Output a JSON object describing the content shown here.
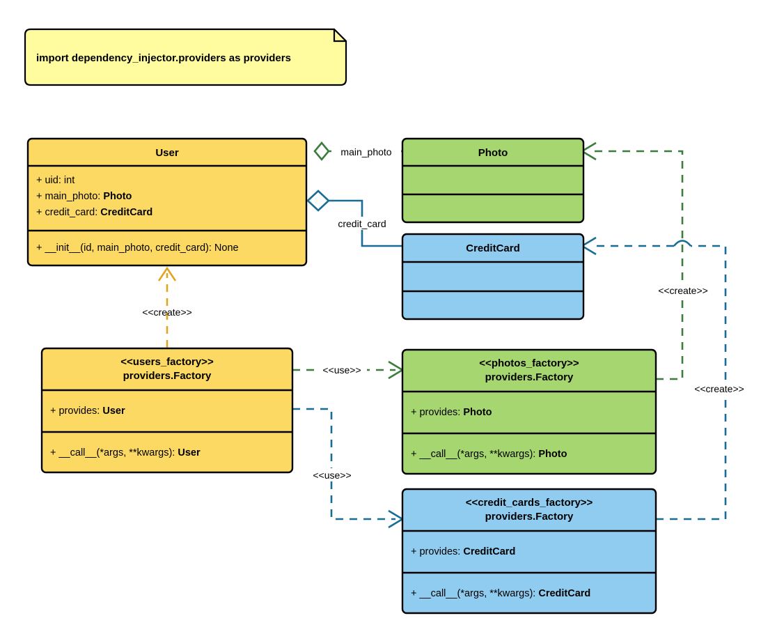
{
  "diagram": {
    "title": "Dependency Injector providers UML class diagram",
    "type": "uml-class-diagram",
    "colors": {
      "yellow_fill": "#FCD963",
      "green_fill": "#A5D66F",
      "blue_fill": "#8FCCF0",
      "note_fill": "#FFFCA0",
      "outline": "#000000",
      "green_edge": "#3B7D3B",
      "blue_edge": "#176D96",
      "amber_edge": "#E3A520"
    }
  },
  "note": {
    "name": "import-note",
    "text": "import dependency_injector.providers as providers"
  },
  "classes": [
    {
      "id": "user",
      "name": "User",
      "stereotype": "",
      "title": "User",
      "attributes": [
        {
          "prefix": "+ uid: ",
          "type": "int",
          "type_bold": false
        },
        {
          "prefix": "+ main_photo: ",
          "type": "Photo",
          "type_bold": true
        },
        {
          "prefix": "+ credit_card: ",
          "type": "CreditCard",
          "type_bold": true
        }
      ],
      "methods": [
        {
          "prefix": "+ __init__(id, main_photo, credit_card): ",
          "type": "None",
          "type_bold": false
        }
      ]
    },
    {
      "id": "photo",
      "name": "Photo",
      "stereotype": "",
      "title": "Photo",
      "attributes": [],
      "methods": []
    },
    {
      "id": "credit_card",
      "name": "CreditCard",
      "stereotype": "",
      "title": "CreditCard",
      "attributes": [],
      "methods": []
    },
    {
      "id": "users_factory",
      "name": "users_factory",
      "stereotype": "<<users_factory>>",
      "title": "providers.Factory",
      "attributes": [
        {
          "prefix": "+ provides: ",
          "type": "User",
          "type_bold": true
        }
      ],
      "methods": [
        {
          "prefix": "+ __call__(*args, **kwargs): ",
          "type": "User",
          "type_bold": true
        }
      ]
    },
    {
      "id": "photos_factory",
      "name": "photos_factory",
      "stereotype": "<<photos_factory>>",
      "title": "providers.Factory",
      "attributes": [
        {
          "prefix": "+ provides: ",
          "type": "Photo",
          "type_bold": true
        }
      ],
      "methods": [
        {
          "prefix": "+ __call__(*args, **kwargs): ",
          "type": "Photo",
          "type_bold": true
        }
      ]
    },
    {
      "id": "credit_cards_factory",
      "name": "credit_cards_factory",
      "stereotype": "<<credit_cards_factory>>",
      "title": "providers.Factory",
      "attributes": [
        {
          "prefix": "+ provides: ",
          "type": "CreditCard",
          "type_bold": true
        }
      ],
      "methods": [
        {
          "prefix": "+ __call__(*args, **kwargs): ",
          "type": "CreditCard",
          "type_bold": true
        }
      ]
    }
  ],
  "edges": [
    {
      "id": "user-main-photo",
      "from": "user",
      "to": "photo",
      "kind": "aggregation",
      "label": "main_photo",
      "color": "#3B7D3B"
    },
    {
      "id": "user-credit-card",
      "from": "user",
      "to": "credit_card",
      "kind": "aggregation",
      "label": "credit_card",
      "color": "#176D96"
    },
    {
      "id": "users-factory-creates-user",
      "from": "users_factory",
      "to": "user",
      "kind": "dependency",
      "label": "<<create>>",
      "color": "#E3A520"
    },
    {
      "id": "users-factory-uses-photos-factory",
      "from": "users_factory",
      "to": "photos_factory",
      "kind": "dependency",
      "label": "<<use>>",
      "color": "#3B7D3B"
    },
    {
      "id": "users-factory-uses-credit-cards-factory",
      "from": "users_factory",
      "to": "credit_cards_factory",
      "kind": "dependency",
      "label": "<<use>>",
      "color": "#176D96"
    },
    {
      "id": "photos-factory-creates-photo",
      "from": "photos_factory",
      "to": "photo",
      "kind": "dependency",
      "label": "<<create>>",
      "color": "#3B7D3B"
    },
    {
      "id": "credit-cards-factory-creates-credit-card",
      "from": "credit_cards_factory",
      "to": "credit_card",
      "kind": "dependency",
      "label": "<<create>>",
      "color": "#176D96"
    }
  ]
}
